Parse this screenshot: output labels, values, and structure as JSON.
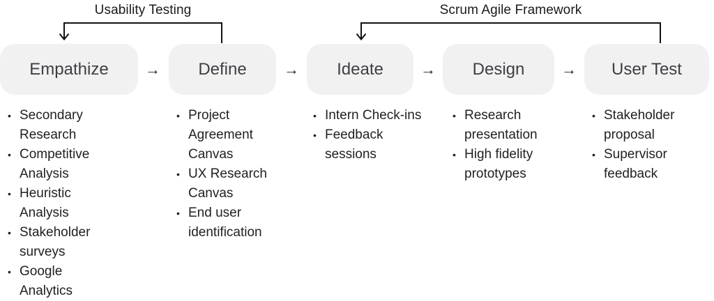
{
  "diagram": {
    "title_implicit": "Design process flow",
    "flow_arrow": "→",
    "annotations": [
      {
        "label": "Usability Testing",
        "spans": [
          "Empathize",
          "Define"
        ]
      },
      {
        "label": "Scrum Agile Framework",
        "spans": [
          "Ideate",
          "User Test"
        ]
      }
    ],
    "stages": [
      {
        "name": "Empathize",
        "items": [
          "Secondary Research",
          "Competitive Analysis",
          "Heuristic Analysis",
          "Stakeholder surveys",
          "Google Analytics"
        ]
      },
      {
        "name": "Define",
        "items": [
          "Project Agreement Canvas",
          "UX Research Canvas",
          "End user identification"
        ]
      },
      {
        "name": "Ideate",
        "items": [
          "Intern Check-ins",
          "Feedback sessions"
        ]
      },
      {
        "name": "Design",
        "items": [
          "Research presentation",
          "High fidelity prototypes"
        ]
      },
      {
        "name": "User Test",
        "items": [
          "Stakeholder proposal",
          "Supervisor feedback"
        ]
      }
    ],
    "colors": {
      "background": "#ffffff",
      "box_fill": "#f1f1f2",
      "box_text": "#3d3f42",
      "list_text": "#212121",
      "bracket_line": "#111111"
    }
  }
}
